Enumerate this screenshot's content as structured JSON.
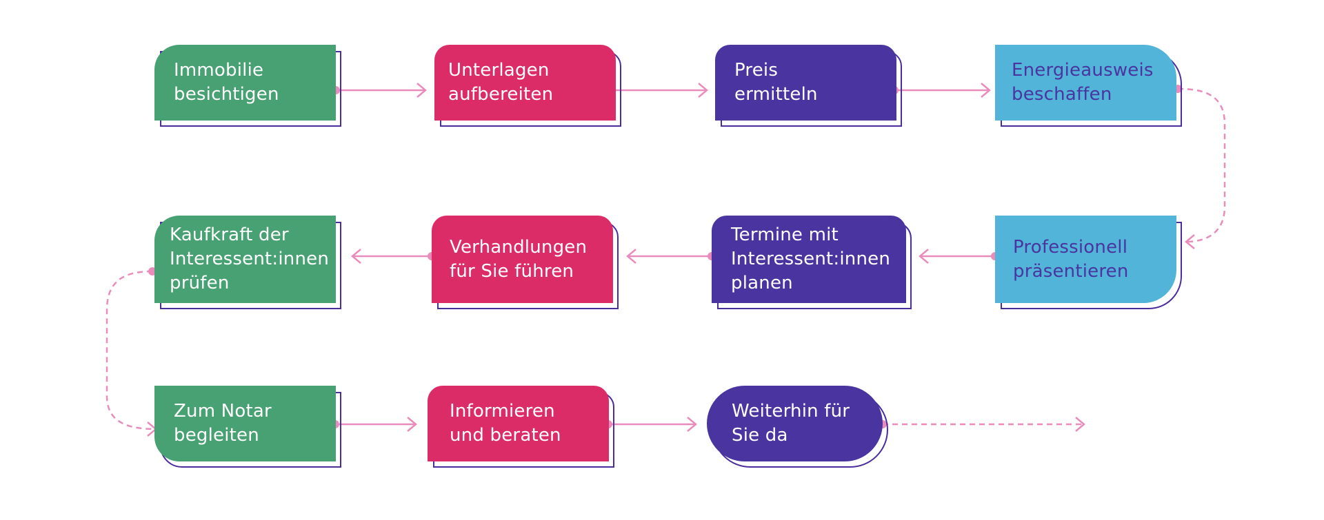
{
  "colors": {
    "green": "#48a172",
    "pink": "#db2c67",
    "purple": "#4a35a0",
    "light_blue": "#52b4d8",
    "outline": "#4a2c9c",
    "connector": "#e98cbb",
    "text_light": "#ffffff",
    "text_dark": "#4a35a0"
  },
  "steps": [
    {
      "label": "Immobilie\nbesichtigen",
      "color": "green",
      "text": "text_light"
    },
    {
      "label": "Unterlagen\naufbereiten",
      "color": "pink",
      "text": "text_light"
    },
    {
      "label": "Preis\nermitteln",
      "color": "purple",
      "text": "text_light"
    },
    {
      "label": "Energieausweis\nbeschaffen",
      "color": "light_blue",
      "text": "text_dark"
    },
    {
      "label": "Professionell\npräsentieren",
      "color": "light_blue",
      "text": "text_dark"
    },
    {
      "label": "Termine mit\nInteressent:innen\nplanen",
      "color": "purple",
      "text": "text_light"
    },
    {
      "label": "Verhandlungen\nfür Sie führen",
      "color": "pink",
      "text": "text_light"
    },
    {
      "label": "Kaufkraft der\nInteressent:innen\nprüfen",
      "color": "green",
      "text": "text_light"
    },
    {
      "label": "Zum Notar\nbegleiten",
      "color": "green",
      "text": "text_light"
    },
    {
      "label": "Informieren\nund beraten",
      "color": "pink",
      "text": "text_light"
    },
    {
      "label": "Weiterhin für\nSie da",
      "color": "purple",
      "text": "text_light"
    }
  ]
}
